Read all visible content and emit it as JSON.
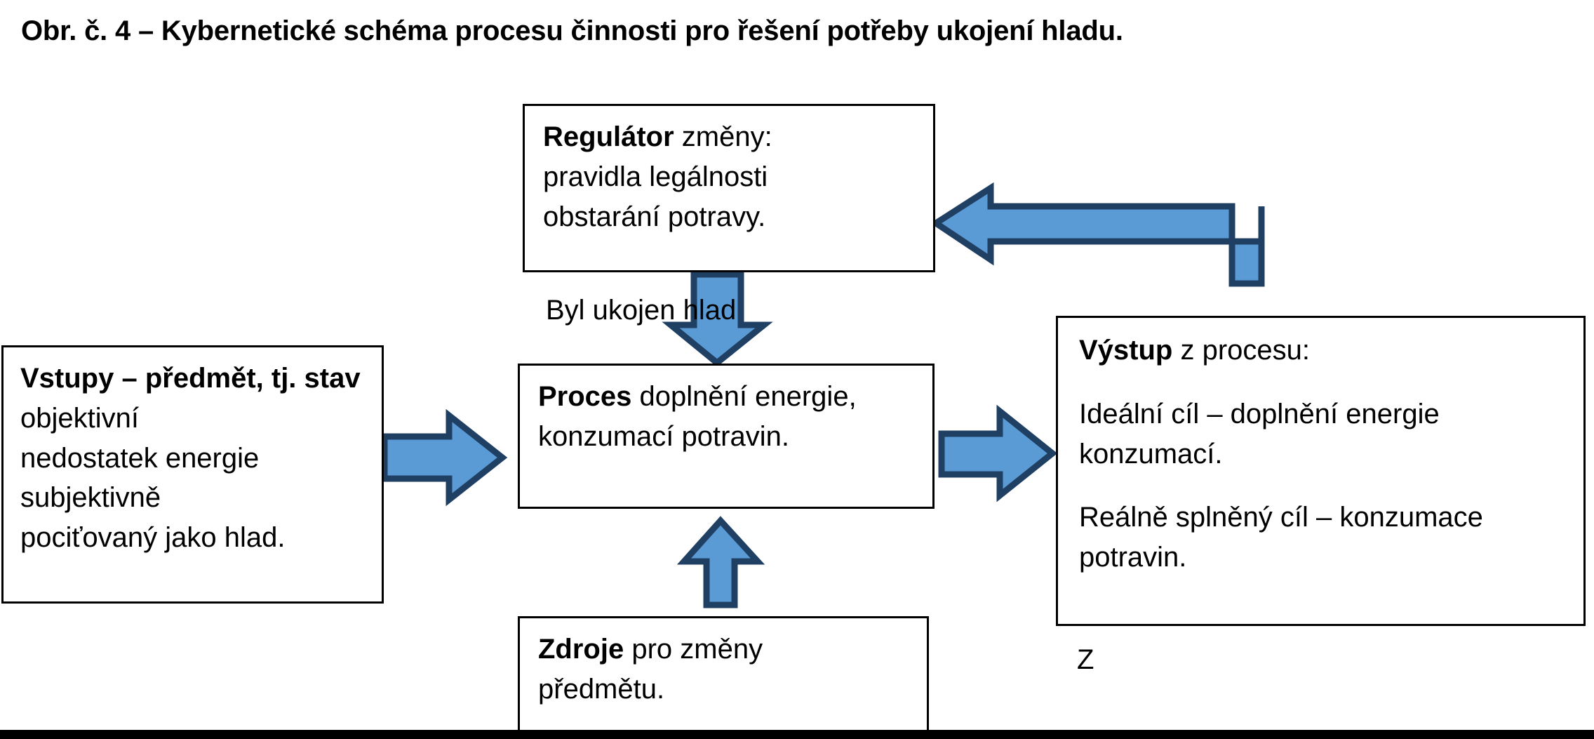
{
  "figure": {
    "title": "Obr. č. 4 – Kybernetické schéma procesu činnosti pro řešení potřeby ukojení hladu."
  },
  "colors": {
    "arrow_fill": "#5B9BD5",
    "arrow_stroke": "#1F3F63",
    "box_border": "#000000",
    "text": "#000000",
    "background": "#FFFFFF"
  },
  "boxes": {
    "regulator": {
      "name": "Regulátor",
      "lead": "Regulátor",
      "lines": [
        " změny:",
        "pravidla legálnosti",
        "obstarání potravy."
      ]
    },
    "process": {
      "name": "Proces",
      "lead": "Proces",
      "lines": [
        " doplnění energie,",
        "konzumací potravin."
      ]
    },
    "sources": {
      "name": "Zdroje",
      "lead": "Zdroje",
      "lines": [
        " pro změny",
        "předmětu."
      ]
    },
    "inputs": {
      "name": "Vstupy",
      "lead": "Vstupy – předmět, tj. stav",
      "lines": [
        " objektivní",
        "nedostatek energie",
        "subjektivně",
        "pociťovaný jako hlad."
      ]
    },
    "output": {
      "name": "Výstup",
      "lead": "Výstup",
      "lines": [
        " z procesu:",
        "Ideální cíl – doplnění energie konzumací.",
        "Reálně splněný cíl – konzumace potravin."
      ]
    }
  },
  "labels": {
    "feedback_label": "Byl ukojen hlad",
    "stray_char": "Z"
  },
  "arrows": [
    {
      "id": "inputs-to-process",
      "direction": "right",
      "label": ""
    },
    {
      "id": "process-to-output",
      "direction": "right",
      "label": ""
    },
    {
      "id": "regulator-to-process",
      "direction": "down",
      "label": "Byl ukojen hlad"
    },
    {
      "id": "sources-to-process",
      "direction": "up",
      "label": ""
    },
    {
      "id": "output-to-regulator",
      "direction": "elbow-left-up",
      "label": ""
    }
  ]
}
